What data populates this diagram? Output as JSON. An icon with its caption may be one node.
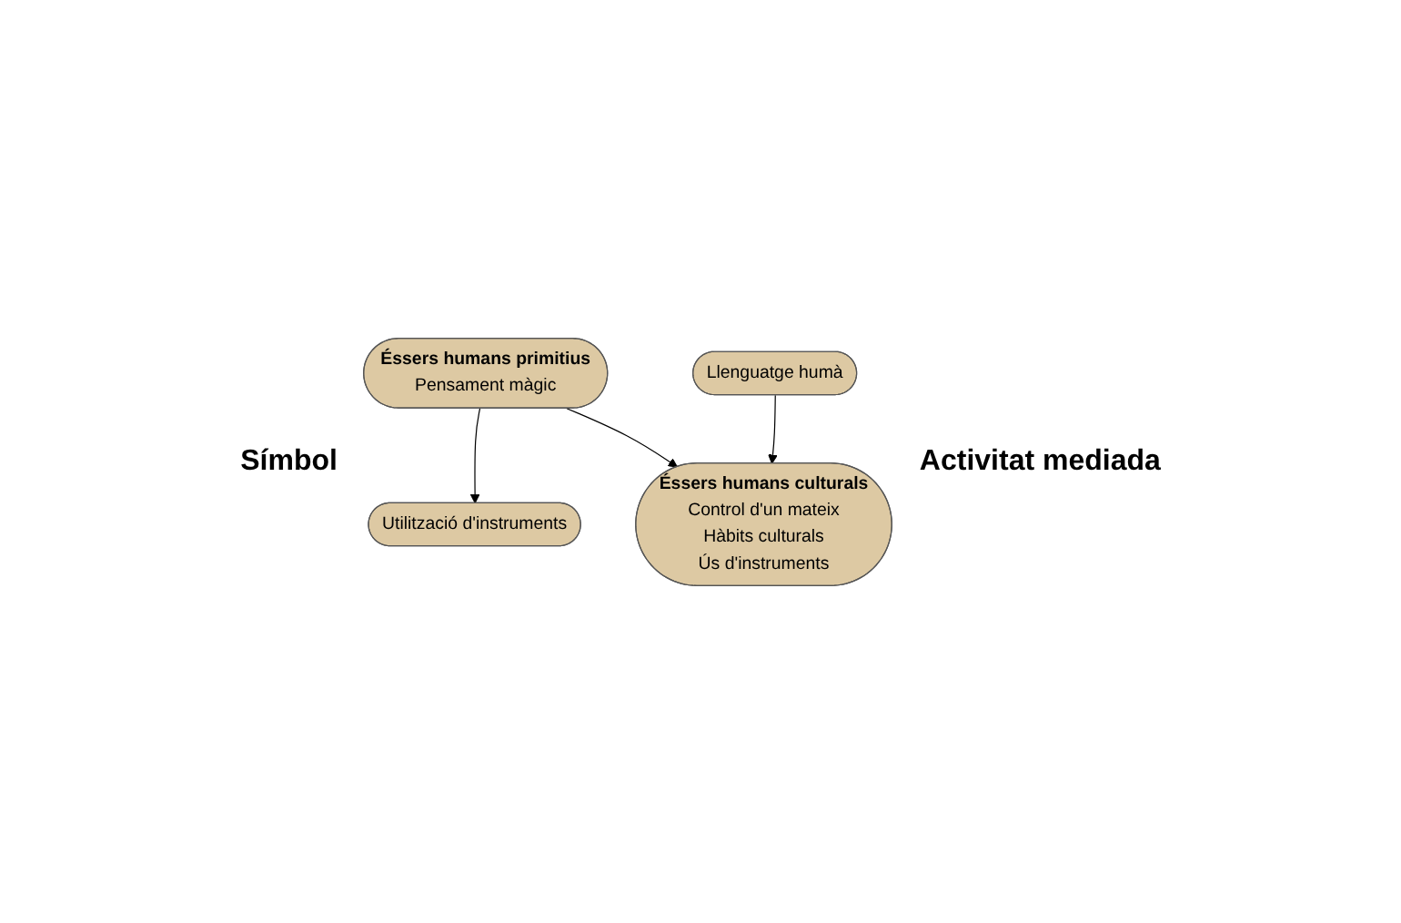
{
  "diagram": {
    "nodes": [
      {
        "text": [
          "Éssers humans primitius",
          "Pensament màgic"
        ]
      },
      {
        "text": [
          "Utilització d'instruments"
        ]
      },
      {
        "text": [
          "Llenguatge humà"
        ]
      },
      {
        "text": [
          "Éssers humans culturals",
          "Control d'un mateix",
          "Hàbits culturals",
          "Ús d'instruments"
        ]
      }
    ],
    "edges": [
      {
        "from": 0,
        "to": 1,
        "arrow": "to"
      },
      {
        "from": 0,
        "to": 3,
        "arrow": "to"
      },
      {
        "from": 2,
        "to": 3,
        "arrow": "to"
      }
    ],
    "labels": [
      "Símbol",
      "Activitat mediada"
    ]
  }
}
